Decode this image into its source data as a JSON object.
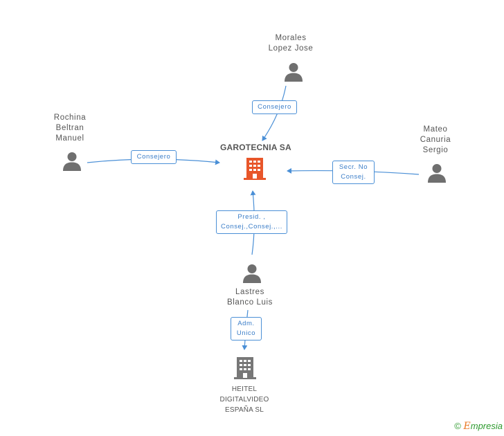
{
  "main_company": {
    "name": "GAROTECNIA SA",
    "icon": "building-icon",
    "color": "#e8562a"
  },
  "sub_company": {
    "name_lines": [
      "HEITEL",
      "DIGITALVIDEO",
      "ESPAÑA SL"
    ],
    "icon": "building-icon",
    "color": "#777777"
  },
  "people": {
    "morales": {
      "line1": "Morales",
      "line2": "Lopez Jose"
    },
    "rochina": {
      "line1": "Rochina",
      "line2": "Beltran",
      "line3": "Manuel"
    },
    "mateo": {
      "line1": "Mateo",
      "line2": "Canuria",
      "line3": "Sergio"
    },
    "lastres": {
      "line1": "Lastres",
      "line2": "Blanco Luis"
    }
  },
  "roles": {
    "morales": "Consejero",
    "rochina": "Consejero",
    "mateo_line1": "Secr. No",
    "mateo_line2": "Consej.",
    "lastres_line1": "Presid. ,",
    "lastres_line2": "Consej.,Consej.,...",
    "sub_line1": "Adm.",
    "sub_line2": "Unico"
  },
  "footer": {
    "copyright": "©",
    "brand_initial": "E",
    "brand_rest": "mpresia"
  },
  "colors": {
    "edge": "#4a8fd6",
    "person": "#6f6f6f",
    "text": "#555555"
  }
}
